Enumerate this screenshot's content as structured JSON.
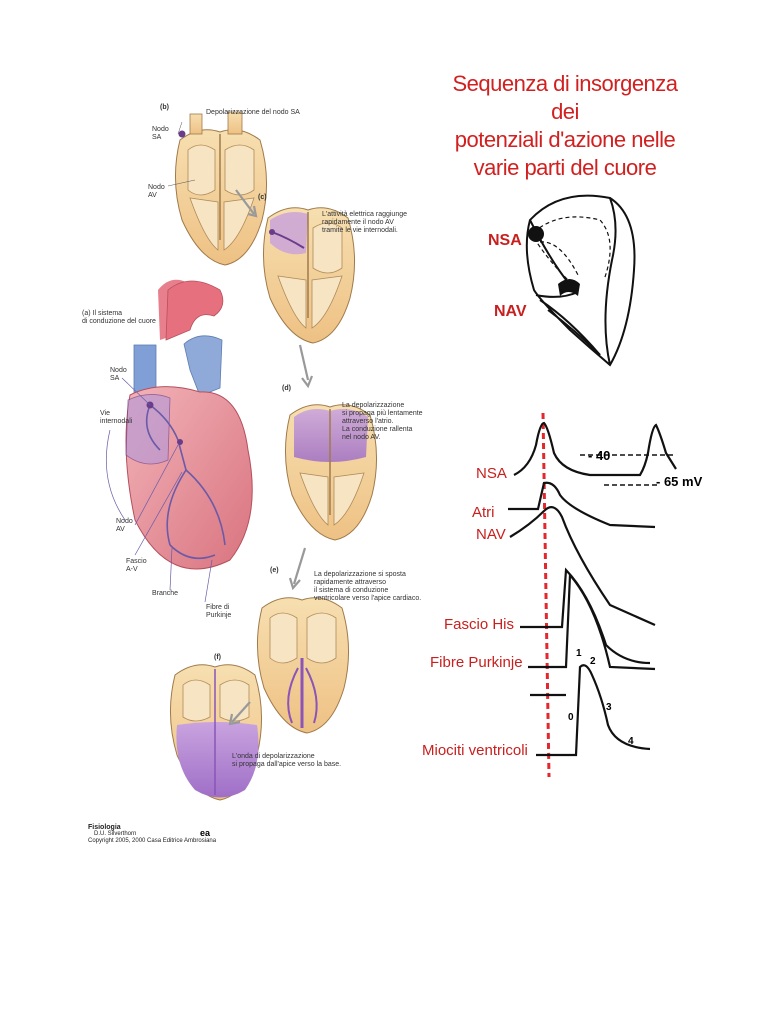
{
  "title": {
    "line1": "Sequenza di insorgenza dei",
    "line2": "potenziali d'azione nelle",
    "line3": "varie parti del cuore"
  },
  "left_figure": {
    "b_label": "(b)",
    "b_title": "Depolarizzazione del nodo SA",
    "b_nodo_sa_1": "Nodo",
    "b_nodo_sa_2": "SA",
    "b_nodo_av_1": "Nodo",
    "b_nodo_av_2": "AV",
    "c_label": "(c)",
    "c_text_1": "L'attività elettrica raggiunge",
    "c_text_2": "rapidamente il nodo AV",
    "c_text_3": "tramite le vie internodali.",
    "a_label_1": "(a) Il sistema",
    "a_label_2": "di conduzione del cuore",
    "a_nodo_sa_1": "Nodo",
    "a_nodo_sa_2": "SA",
    "a_vie_1": "Vie",
    "a_vie_2": "internodali",
    "a_nodo_av_1": "Nodo",
    "a_nodo_av_2": "AV",
    "a_fascio_1": "Fascio",
    "a_fascio_2": "A-V",
    "a_branche": "Branche",
    "a_purkinje_1": "Fibre di",
    "a_purkinje_2": "Purkinje",
    "d_label": "(d)",
    "d_text_1": "La depolarizzazione",
    "d_text_2": "si propaga più lentamente",
    "d_text_3": "attraverso l'atrio.",
    "d_text_4": "La conduzione rallenta",
    "d_text_5": "nel nodo AV.",
    "e_label": "(e)",
    "e_text_1": "La depolarizzazione si sposta",
    "e_text_2": "rapidamente attraverso",
    "e_text_3": "il sistema di conduzione",
    "e_text_4": "ventricolare verso l'apice cardiaco.",
    "f_label": "(f)",
    "f_text_1": "L'onda di depolarizzazione",
    "f_text_2": "si propaga dall'apice verso la base."
  },
  "credit": {
    "book": "Fisiologia",
    "author": "D.U. Silverthorn",
    "copyright": "Copyright 2005, 2000 Casa Editrice Ambrosiana",
    "logo": "ea"
  },
  "right_figure": {
    "nsa_heart_label": "NSA",
    "nav_heart_label": "NAV",
    "trace_labels": {
      "nsa": "NSA",
      "atri": "Atri",
      "nav": "NAV",
      "fascio": "Fascio His",
      "purkinje": "Fibre Purkinje",
      "miociti": "Miociti ventricoli"
    },
    "voltage_40": "- 40",
    "voltage_65": "- 65 mV",
    "phase_labels": [
      "0",
      "1",
      "2",
      "3",
      "4"
    ]
  },
  "colors": {
    "title_red": "#d21f1f",
    "label_red": "#c8201e",
    "heart_tan": "#f3d29b",
    "heart_pink": "#e9909b",
    "conduction_purple": "#9a6cc0",
    "vessel_blue": "#7f9fd6"
  }
}
